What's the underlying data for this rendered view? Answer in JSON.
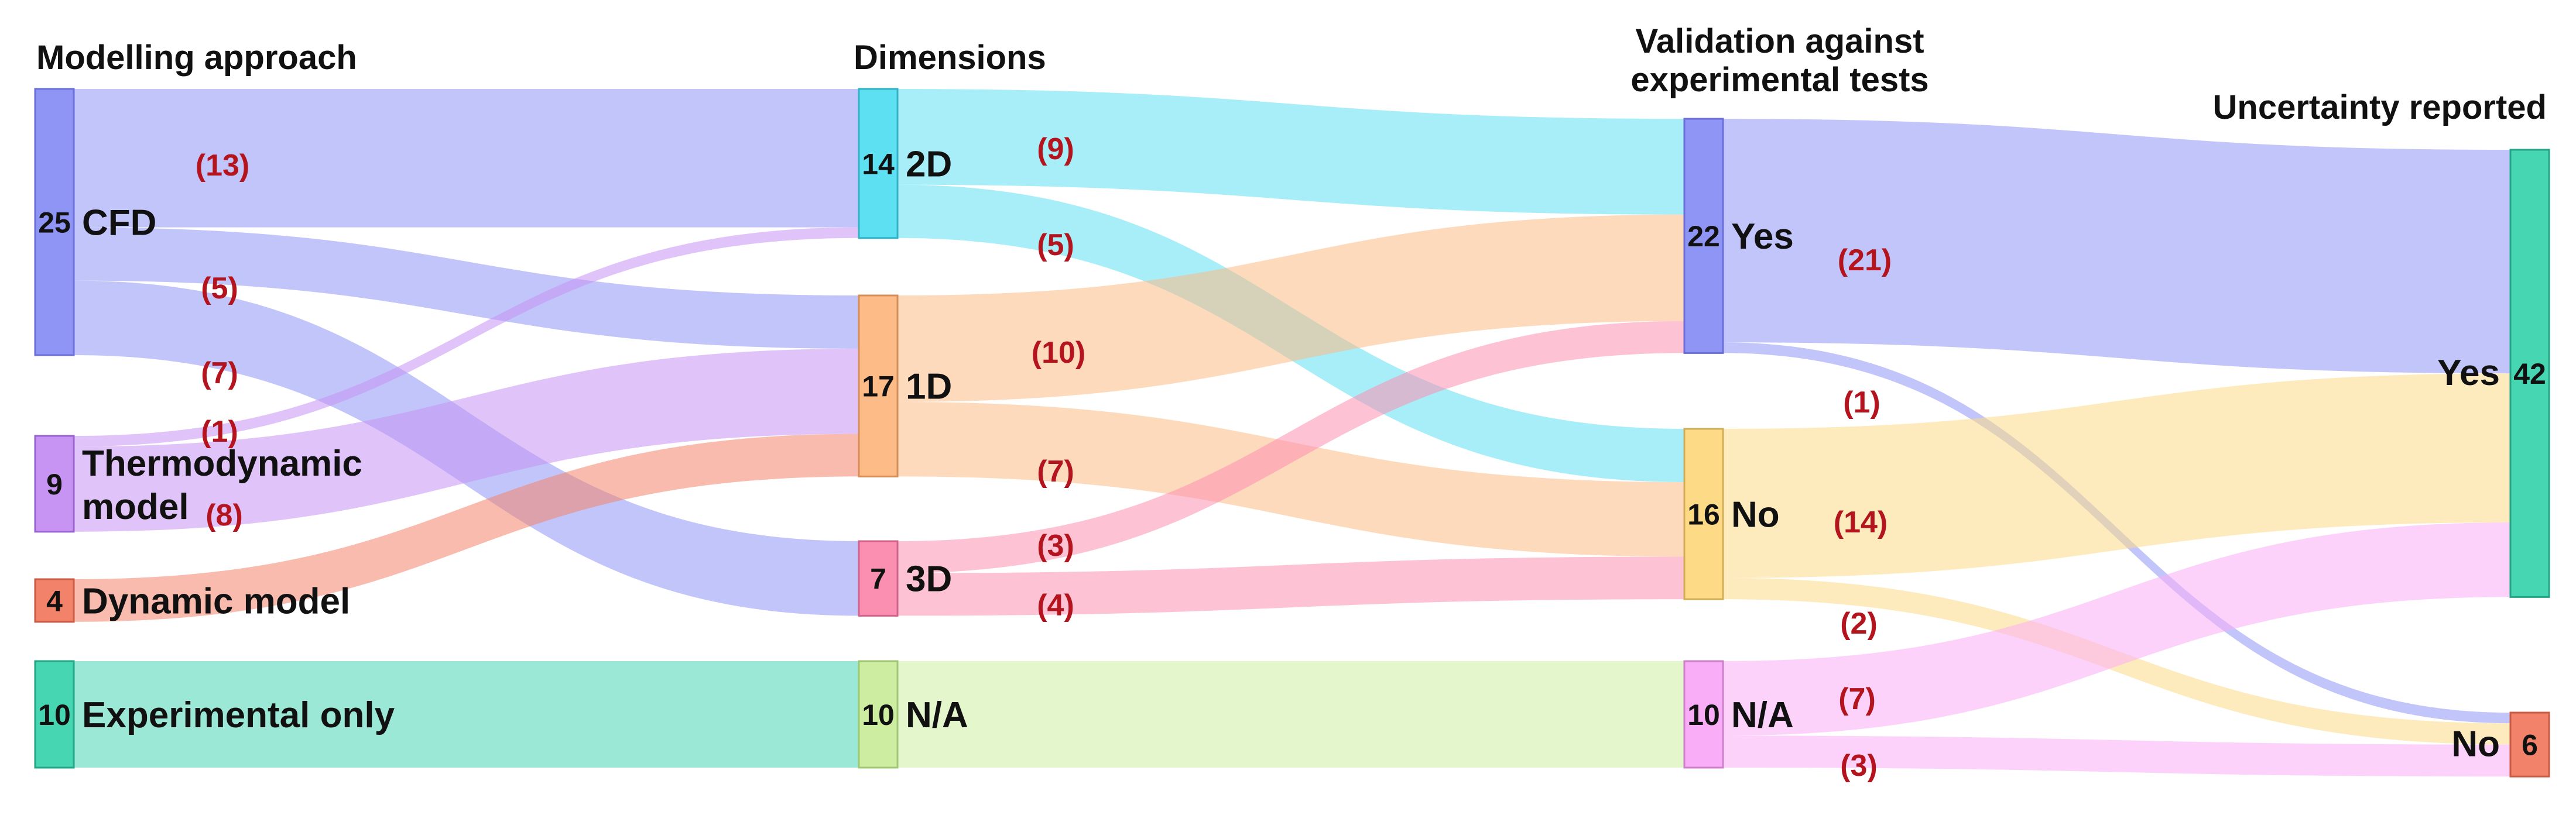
{
  "columns": [
    {
      "id": "c0",
      "title_lines": [
        "Modelling approach"
      ]
    },
    {
      "id": "c1",
      "title_lines": [
        "Dimensions"
      ]
    },
    {
      "id": "c2",
      "title_lines": [
        "Validation against",
        "experimental tests"
      ]
    },
    {
      "id": "c3",
      "title_lines": [
        "Uncertainty reported"
      ]
    }
  ],
  "nodes": [
    {
      "id": "cfd",
      "column": 0,
      "count": "25",
      "label_lines": [
        "CFD"
      ],
      "color": "#8f95f4",
      "stroke": "#6a70d8"
    },
    {
      "id": "thermo",
      "column": 0,
      "count": "9",
      "label_lines": [
        "Thermodynamic",
        "model"
      ],
      "color": "#c794f4",
      "stroke": "#9a62cf"
    },
    {
      "id": "dynamic",
      "column": 0,
      "count": "4",
      "label_lines": [
        "Dynamic model"
      ],
      "color": "#f2836a",
      "stroke": "#c95b44"
    },
    {
      "id": "exp",
      "column": 0,
      "count": "10",
      "label_lines": [
        "Experimental only"
      ],
      "color": "#47d6b2",
      "stroke": "#22a786"
    },
    {
      "id": "d2",
      "column": 1,
      "count": "14",
      "label_lines": [
        "2D"
      ],
      "color": "#5ee0f3",
      "stroke": "#2fb2c6"
    },
    {
      "id": "d1",
      "column": 1,
      "count": "17",
      "label_lines": [
        "1D"
      ],
      "color": "#fdbb87",
      "stroke": "#d68e56"
    },
    {
      "id": "d3",
      "column": 1,
      "count": "7",
      "label_lines": [
        "3D"
      ],
      "color": "#fb8fb1",
      "stroke": "#d2628a"
    },
    {
      "id": "dna",
      "column": 1,
      "count": "10",
      "label_lines": [
        "N/A"
      ],
      "color": "#cdeea1",
      "stroke": "#9fc774"
    },
    {
      "id": "vyes",
      "column": 2,
      "count": "22",
      "label_lines": [
        "Yes"
      ],
      "color": "#8f95f4",
      "stroke": "#6a70d8"
    },
    {
      "id": "vno",
      "column": 2,
      "count": "16",
      "label_lines": [
        "No"
      ],
      "color": "#fddb86",
      "stroke": "#d3ad55"
    },
    {
      "id": "vna",
      "column": 2,
      "count": "10",
      "label_lines": [
        "N/A"
      ],
      "color": "#f9adf7",
      "stroke": "#cd7fcb"
    },
    {
      "id": "uyes",
      "column": 3,
      "count": "42",
      "label_lines": [
        "Yes"
      ],
      "color": "#47d6b2",
      "stroke": "#22a786"
    },
    {
      "id": "uno",
      "column": 3,
      "count": "6",
      "label_lines": [
        "No"
      ],
      "color": "#f2836a",
      "stroke": "#c95b44"
    }
  ],
  "links": [
    {
      "source": "cfd",
      "target": "d2",
      "value": 13,
      "label": "(13)",
      "color": "#8f95f4"
    },
    {
      "source": "cfd",
      "target": "d1",
      "value": 5,
      "label": "(5)",
      "color": "#8f95f4"
    },
    {
      "source": "cfd",
      "target": "d3",
      "value": 7,
      "label": "(7)",
      "color": "#8f95f4"
    },
    {
      "source": "thermo",
      "target": "d2",
      "value": 1,
      "label": "(1)",
      "color": "#c794f4"
    },
    {
      "source": "thermo",
      "target": "d1",
      "value": 8,
      "label": "(8)",
      "color": "#c794f4"
    },
    {
      "source": "dynamic",
      "target": "d1",
      "value": 4,
      "label": "",
      "color": "#f2836a"
    },
    {
      "source": "exp",
      "target": "dna",
      "value": 10,
      "label": "",
      "color": "#47d6b2"
    },
    {
      "source": "d2",
      "target": "vyes",
      "value": 9,
      "label": "(9)",
      "color": "#5ee0f3"
    },
    {
      "source": "d2",
      "target": "vno",
      "value": 5,
      "label": "(5)",
      "color": "#5ee0f3"
    },
    {
      "source": "d1",
      "target": "vyes",
      "value": 10,
      "label": "(10)",
      "color": "#fdbb87"
    },
    {
      "source": "d1",
      "target": "vno",
      "value": 7,
      "label": "(7)",
      "color": "#fdbb87"
    },
    {
      "source": "d3",
      "target": "vyes",
      "value": 3,
      "label": "(3)",
      "color": "#fb8fb1"
    },
    {
      "source": "d3",
      "target": "vno",
      "value": 4,
      "label": "(4)",
      "color": "#fb8fb1"
    },
    {
      "source": "dna",
      "target": "vna",
      "value": 10,
      "label": "",
      "color": "#cdeea1"
    },
    {
      "source": "vyes",
      "target": "uyes",
      "value": 21,
      "label": "(21)",
      "color": "#8f95f4"
    },
    {
      "source": "vyes",
      "target": "uno",
      "value": 1,
      "label": "(1)",
      "color": "#8f95f4"
    },
    {
      "source": "vno",
      "target": "uyes",
      "value": 14,
      "label": "(14)",
      "color": "#fddb86"
    },
    {
      "source": "vno",
      "target": "uno",
      "value": 2,
      "label": "(2)",
      "color": "#fddb86"
    },
    {
      "source": "vna",
      "target": "uyes",
      "value": 7,
      "label": "(7)",
      "color": "#f9adf7"
    },
    {
      "source": "vna",
      "target": "uno",
      "value": 3,
      "label": "(3)",
      "color": "#f9adf7"
    }
  ]
}
